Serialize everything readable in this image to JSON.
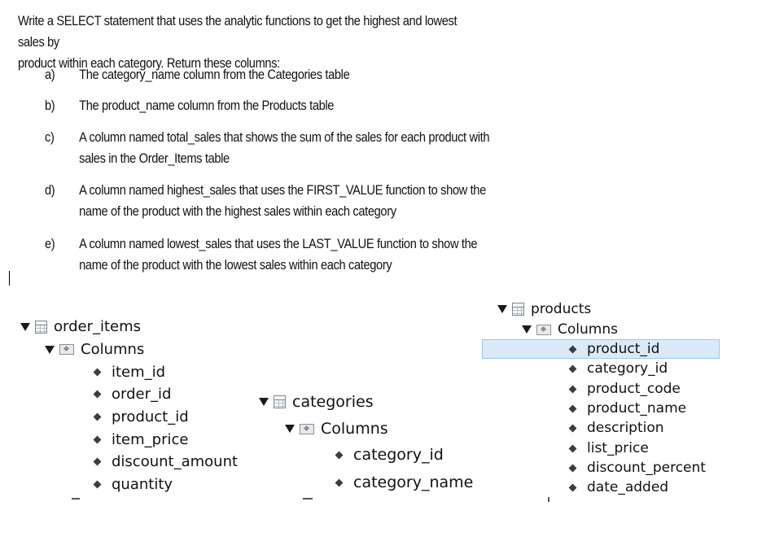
{
  "question": {
    "intro_line1": "Write a SELECT statement that uses the analytic functions to get the highest and lowest sales by",
    "intro_line2": "product within each category. Return these columns:",
    "items": [
      {
        "letter": "a)",
        "lines": [
          "The category_name column from the Categories table"
        ]
      },
      {
        "letter": "b)",
        "lines": [
          "The product_name column from the Products table"
        ]
      },
      {
        "letter": "c)",
        "lines": [
          "A column named total_sales that shows the sum of the sales for each product with",
          "sales in the Order_Items table"
        ]
      },
      {
        "letter": "d)",
        "lines": [
          "A column named highest_sales that uses the FIRST_VALUE function to show the",
          "name of the product with the highest sales within each category"
        ]
      },
      {
        "letter": "e)",
        "lines": [
          "A column named lowest_sales that uses the LAST_VALUE function to show the",
          "name of the product with the lowest sales within each category"
        ]
      }
    ]
  },
  "trees": {
    "order_items": {
      "table": "order_items",
      "folder": "Columns",
      "columns": [
        "item_id",
        "order_id",
        "product_id",
        "item_price",
        "discount_amount",
        "quantity"
      ]
    },
    "categories": {
      "table": "categories",
      "folder": "Columns",
      "columns": [
        "category_id",
        "category_name"
      ]
    },
    "products": {
      "table": "products",
      "folder": "Columns",
      "columns": [
        "product_id",
        "category_id",
        "product_code",
        "product_name",
        "description",
        "list_price",
        "discount_percent",
        "date_added"
      ],
      "selected": "product_id"
    }
  },
  "colors": {
    "selection_bg": "#dbeaf8",
    "selection_border": "#9cc7ec"
  }
}
